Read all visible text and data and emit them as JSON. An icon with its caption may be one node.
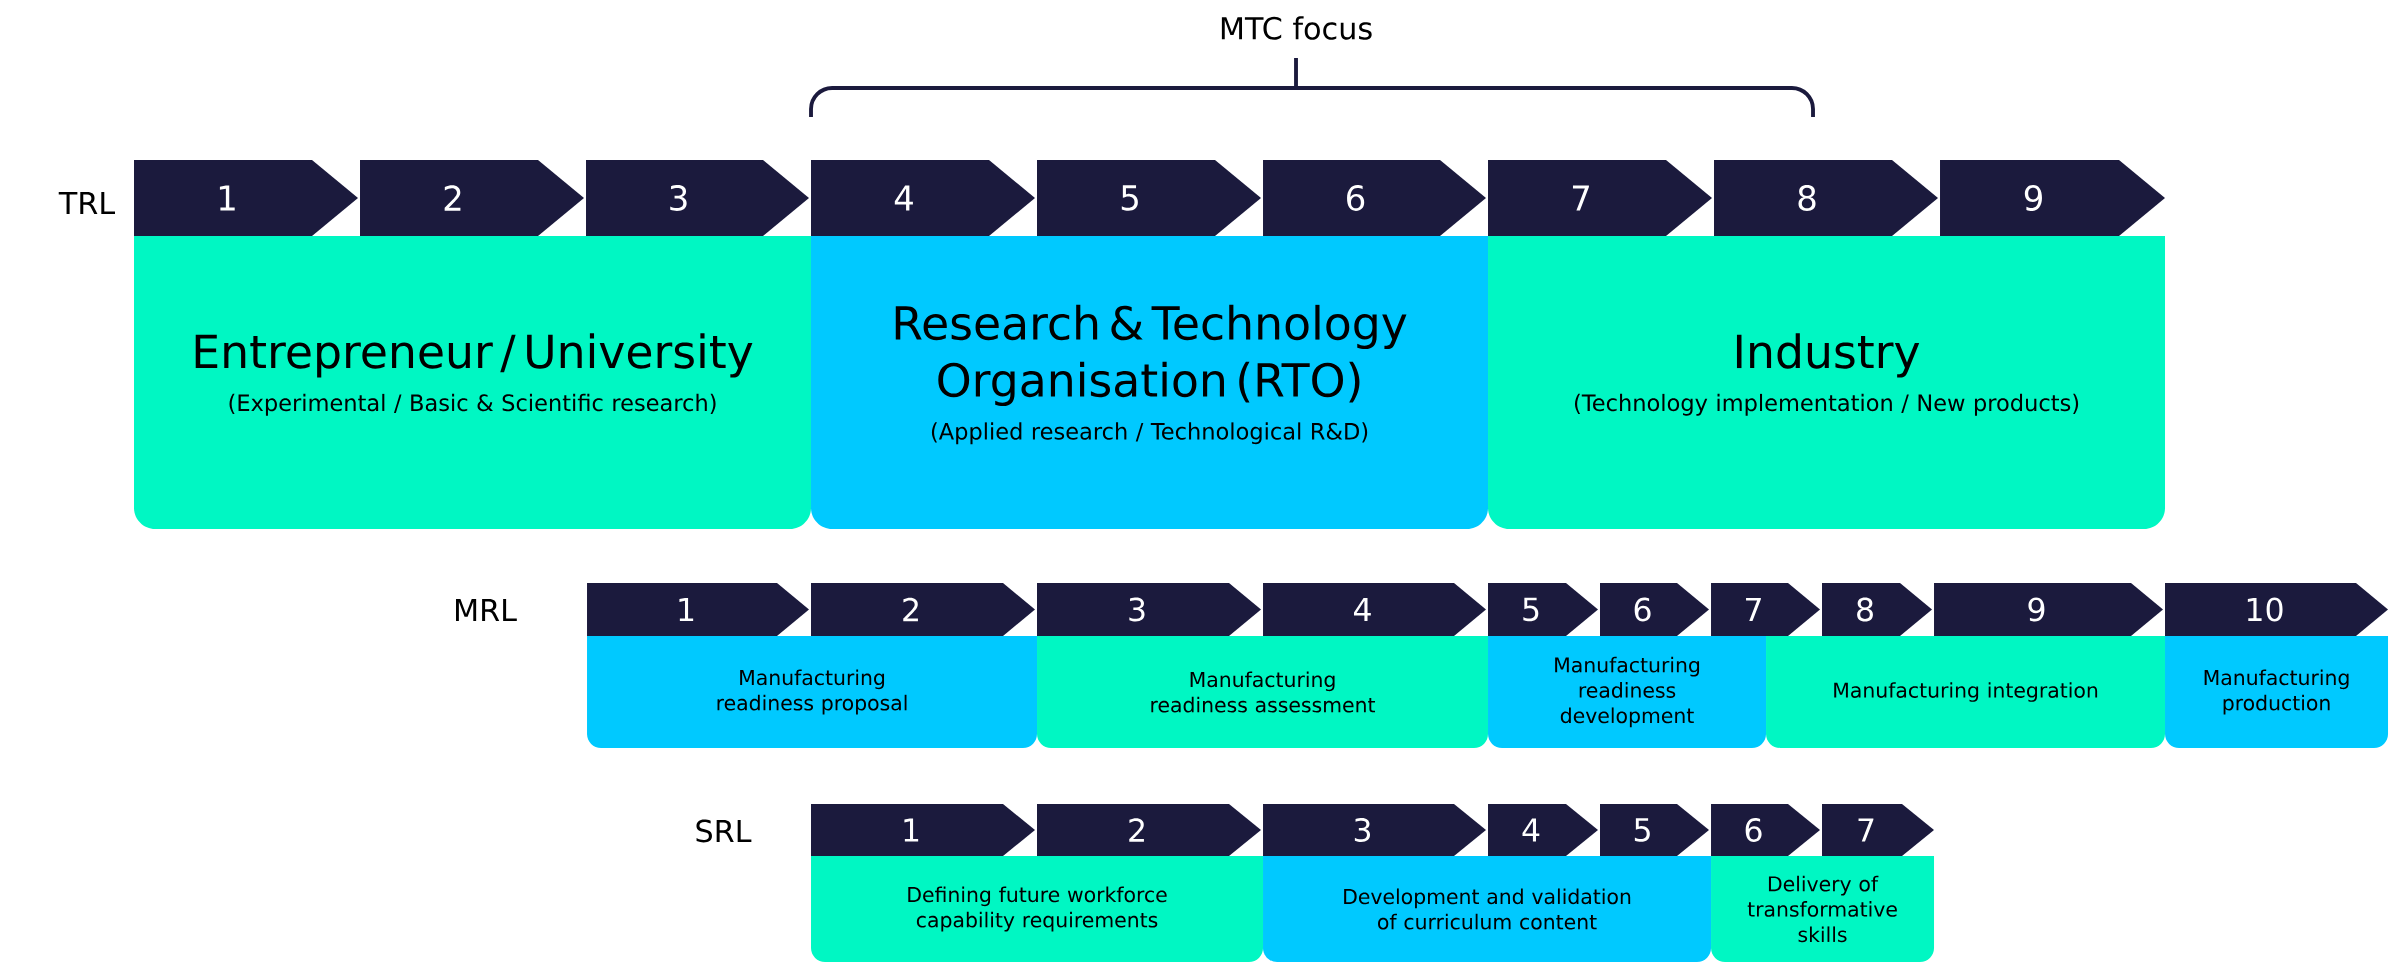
{
  "diagram": {
    "nodes": [
      {
        "text": [
          "1"
        ]
      },
      {
        "text": [
          "2"
        ]
      },
      {
        "text": [
          "3"
        ]
      },
      {
        "text": [
          "4"
        ]
      },
      {
        "text": [
          "5"
        ]
      },
      {
        "text": [
          "6"
        ]
      },
      {
        "text": [
          "7"
        ]
      },
      {
        "text": [
          "8"
        ]
      },
      {
        "text": [
          "9"
        ]
      },
      {
        "text": [
          "Entrepreneur / University",
          "(Experimental / Basic & Scientific research)"
        ]
      },
      {
        "text": [
          "Research & Technology Organisation (RTO)",
          "(Applied research / Technological R&D)"
        ]
      },
      {
        "text": [
          "Industry",
          "(Technology implementation / New products)"
        ]
      },
      {
        "text": [
          "1"
        ]
      },
      {
        "text": [
          "2"
        ]
      },
      {
        "text": [
          "3"
        ]
      },
      {
        "text": [
          "4"
        ]
      },
      {
        "text": [
          "5"
        ]
      },
      {
        "text": [
          "6"
        ]
      },
      {
        "text": [
          "7"
        ]
      },
      {
        "text": [
          "8"
        ]
      },
      {
        "text": [
          "9"
        ]
      },
      {
        "text": [
          "10"
        ]
      },
      {
        "text": [
          "Manufacturing readiness proposal"
        ]
      },
      {
        "text": [
          "Manufacturing readiness assessment"
        ]
      },
      {
        "text": [
          "Manufacturing readiness development"
        ]
      },
      {
        "text": [
          "Manufacturing integration"
        ]
      },
      {
        "text": [
          "Manufacturing production"
        ]
      },
      {
        "text": [
          "1"
        ]
      },
      {
        "text": [
          "2"
        ]
      },
      {
        "text": [
          "3"
        ]
      },
      {
        "text": [
          "4"
        ]
      },
      {
        "text": [
          "5"
        ]
      },
      {
        "text": [
          "6"
        ]
      },
      {
        "text": [
          "7"
        ]
      },
      {
        "text": [
          "Defining future workforce capability requirements"
        ]
      },
      {
        "text": [
          "Development and validation of curriculum content"
        ]
      },
      {
        "text": [
          "Delivery of transformative skills"
        ]
      }
    ],
    "labels": [
      "MTC focus",
      "TRL",
      "MRL",
      "SRL"
    ]
  }
}
